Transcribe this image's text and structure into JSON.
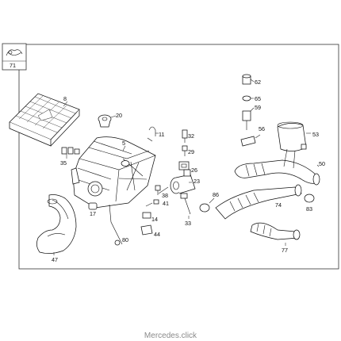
{
  "diagram": {
    "inset_label": "71",
    "parts": [
      {
        "id": "p8",
        "label": "8"
      },
      {
        "id": "p20",
        "label": "20"
      },
      {
        "id": "p11",
        "label": "11"
      },
      {
        "id": "p32",
        "label": "32"
      },
      {
        "id": "p29",
        "label": "29"
      },
      {
        "id": "p26",
        "label": "26"
      },
      {
        "id": "p23",
        "label": "23"
      },
      {
        "id": "p5",
        "label": "5"
      },
      {
        "id": "p35",
        "label": "35"
      },
      {
        "id": "p38",
        "label": "38"
      },
      {
        "id": "p41",
        "label": "41"
      },
      {
        "id": "p14",
        "label": "14"
      },
      {
        "id": "p44",
        "label": "44"
      },
      {
        "id": "p33",
        "label": "33"
      },
      {
        "id": "p17",
        "label": "17"
      },
      {
        "id": "p80",
        "label": "80"
      },
      {
        "id": "p47",
        "label": "47"
      },
      {
        "id": "p86",
        "label": "86"
      },
      {
        "id": "p74",
        "label": "74"
      },
      {
        "id": "p77",
        "label": "77"
      },
      {
        "id": "p83",
        "label": "83"
      },
      {
        "id": "p50",
        "label": "50"
      },
      {
        "id": "p53",
        "label": "53"
      },
      {
        "id": "p56",
        "label": "56"
      },
      {
        "id": "p59",
        "label": "59"
      },
      {
        "id": "p65",
        "label": "65"
      },
      {
        "id": "p62",
        "label": "62"
      }
    ]
  },
  "footer": {
    "watermark": "Mercedes.click"
  }
}
